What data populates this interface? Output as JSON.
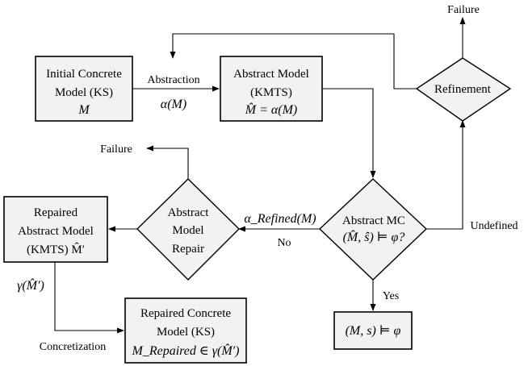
{
  "nodes": {
    "initial": {
      "line1": "Initial Concrete",
      "line2": "Model (KS)",
      "line3": "M"
    },
    "abstract_model": {
      "line1": "Abstract Model",
      "line2": "(KMTS)",
      "line3": "M̂ = α(M)"
    },
    "refinement": {
      "label": "Refinement"
    },
    "abstract_mc": {
      "line1": "Abstract MC",
      "line2": "(M̂, ŝ) ⊨ φ?"
    },
    "abstract_repair": {
      "line1": "Abstract",
      "line2": "Model",
      "line3": "Repair"
    },
    "repaired_abstract": {
      "line1": "Repaired",
      "line2": "Abstract Model",
      "line3": "(KMTS) M̂′"
    },
    "repaired_concrete": {
      "line1": "Repaired Concrete",
      "line2": "Model (KS)",
      "line3": "M_Repaired ∈ γ(M̂′)"
    },
    "result_yes": {
      "label": "(M, s) ⊨ φ"
    }
  },
  "edges": {
    "abstraction": {
      "label": "Abstraction",
      "sublabel": "α(M)"
    },
    "refinement_failure": {
      "label": "Failure"
    },
    "repair_failure": {
      "label": "Failure"
    },
    "no_branch": {
      "label": "No",
      "sublabel": "α_Refined(M)"
    },
    "undefined_branch": {
      "label": "Undefined"
    },
    "yes_branch": {
      "label": "Yes"
    },
    "concretization": {
      "label": "Concretization",
      "sublabel": "γ(M̂′)"
    }
  }
}
